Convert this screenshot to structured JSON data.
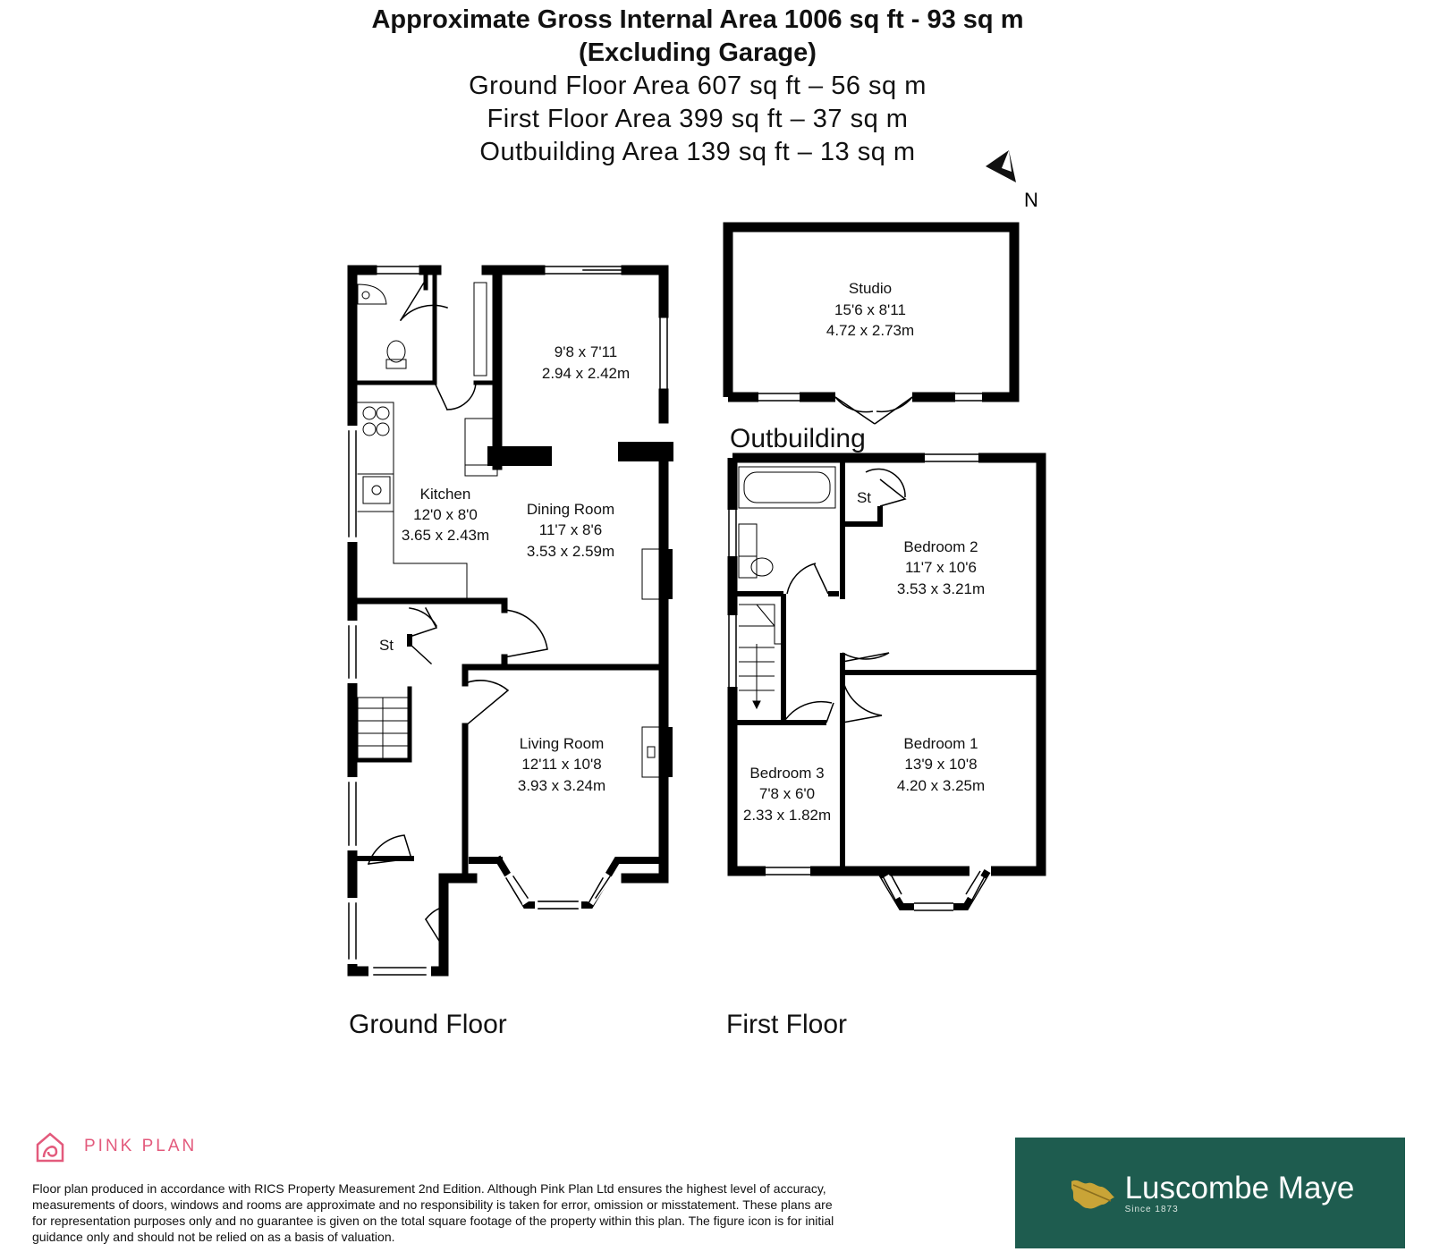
{
  "header": {
    "line1": "Approximate Gross Internal Area 1006 sq ft - 93 sq m",
    "line2": "(Excluding Garage)",
    "line3": "Ground Floor Area 607 sq ft – 56 sq m",
    "line4": "First Floor Area 399 sq ft – 37 sq m",
    "line5": "Outbuilding Area 139 sq ft – 13 sq m"
  },
  "compass": {
    "label": "N"
  },
  "floors": {
    "ground": "Ground Floor",
    "first": "First Floor",
    "outbuilding": "Outbuilding"
  },
  "rooms": {
    "rear_room": {
      "name": "",
      "dim_imperial": "9'8 x 7'11",
      "dim_metric": "2.94 x 2.42m"
    },
    "kitchen": {
      "name": "Kitchen",
      "dim_imperial": "12'0 x 8'0",
      "dim_metric": "3.65 x 2.43m"
    },
    "dining": {
      "name": "Dining Room",
      "dim_imperial": "11'7 x 8'6",
      "dim_metric": "3.53 x 2.59m"
    },
    "living": {
      "name": "Living Room",
      "dim_imperial": "12'11 x 10'8",
      "dim_metric": "3.93 x 3.24m"
    },
    "store_ground": {
      "name": "St"
    },
    "studio": {
      "name": "Studio",
      "dim_imperial": "15'6 x 8'11",
      "dim_metric": "4.72 x 2.73m"
    },
    "store_first": {
      "name": "St"
    },
    "bedroom2": {
      "name": "Bedroom 2",
      "dim_imperial": "11'7 x 10'6",
      "dim_metric": "3.53 x 3.21m"
    },
    "bedroom1": {
      "name": "Bedroom 1",
      "dim_imperial": "13'9 x 10'8",
      "dim_metric": "4.20 x 3.25m"
    },
    "bedroom3": {
      "name": "Bedroom 3",
      "dim_imperial": "7'8 x 6'0",
      "dim_metric": "2.33 x 1.82m"
    }
  },
  "footer": {
    "brand": "PINK PLAN",
    "brand_color": "#e35a7c",
    "disclaimer": "Floor plan produced in accordance with RICS Property Measurement 2nd Edition. Although Pink Plan Ltd ensures the highest level of accuracy, measurements of doors, windows and rooms are approximate and no responsibility is taken for error, omission or misstatement. These plans are for representation purposes only and no guarantee is given on the total square footage of the property within this plan. The figure icon is for initial guidance only and should not be relied on as a basis of valuation.",
    "agent_name": "Luscombe Maye",
    "agent_since": "Since 1873",
    "agent_color": "#1e5c4f"
  }
}
